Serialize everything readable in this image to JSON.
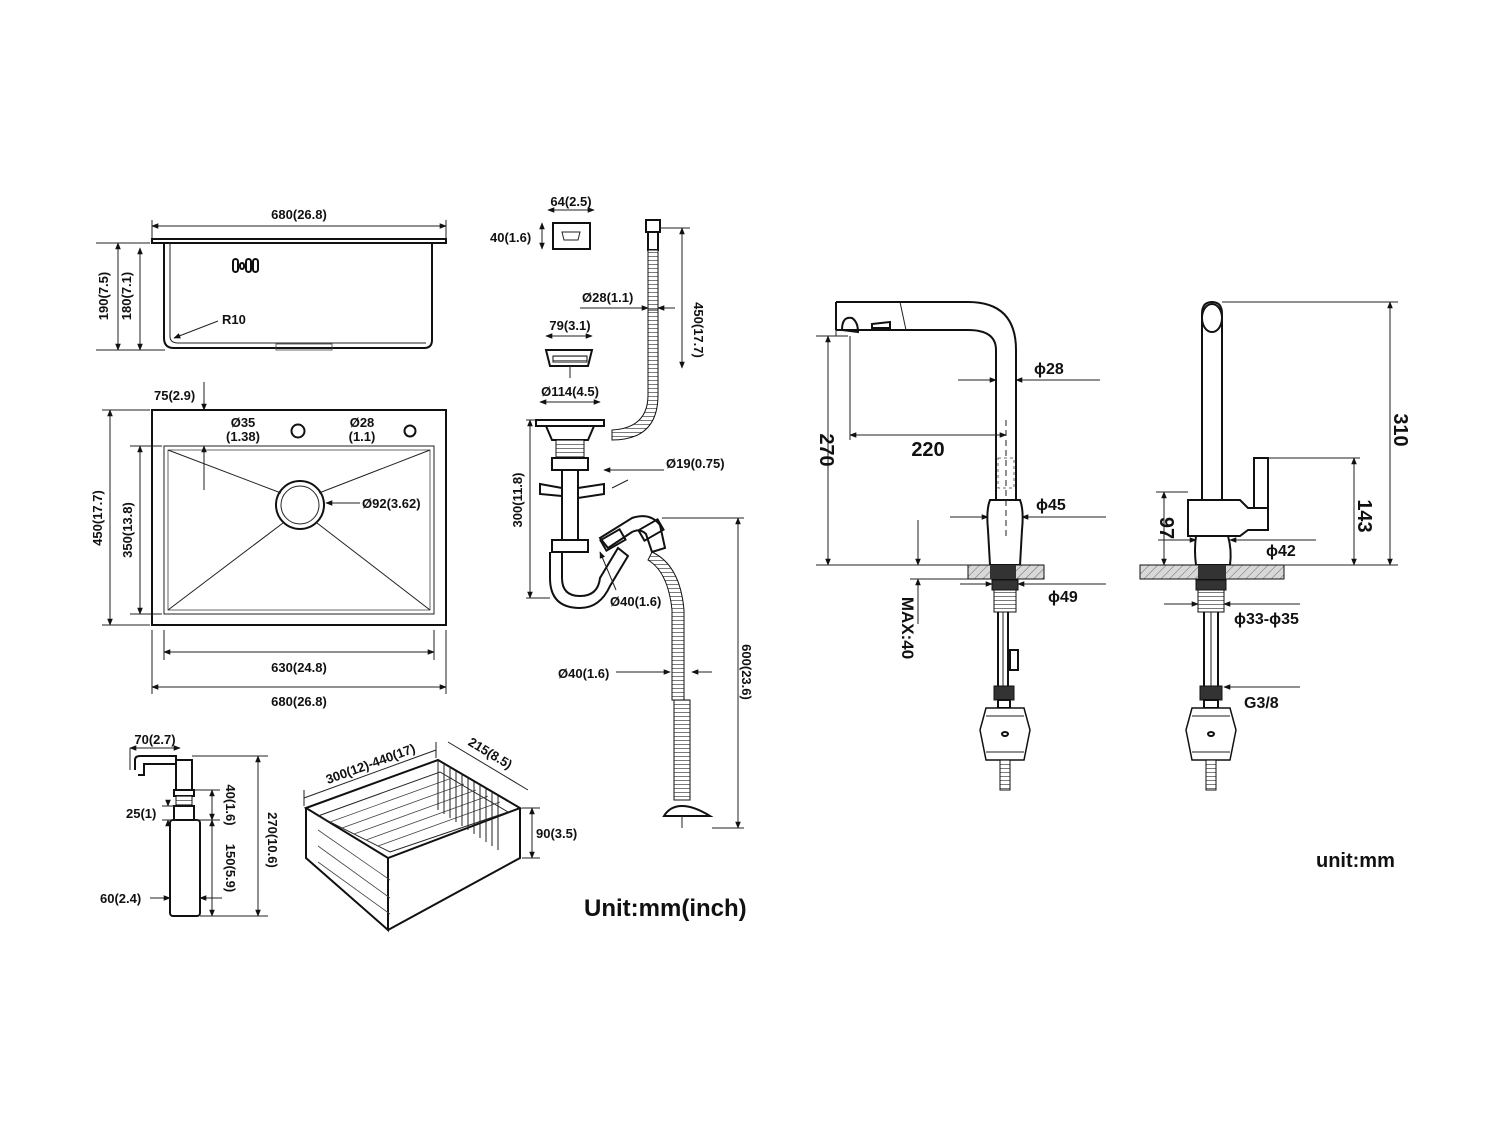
{
  "sink_side": {
    "width": "680(26.8)",
    "height_outer": "190(7.5)",
    "height_inner": "180(7.1)",
    "radius": "R10"
  },
  "sink_top": {
    "offset": "75(2.9)",
    "hole1": "Ø35",
    "hole1_in": "(1.38)",
    "hole2": "Ø28",
    "hole2_in": "(1.1)",
    "drain": "Ø92(3.62)",
    "depth_outer": "450(17.7)",
    "depth_inner": "350(13.8)",
    "width_inner": "630(24.8)",
    "width_outer": "680(26.8)"
  },
  "soap": {
    "spout": "70(2.7)",
    "neck": "25(1)",
    "diameter": "60(2.4)",
    "cap": "40(1.6)",
    "bottle": "150(5.9)",
    "total": "270(10.6)"
  },
  "basket": {
    "length": "300(12)-440(17)",
    "width": "215(8.5)",
    "height": "90(3.5)"
  },
  "drain": {
    "overflow_w": "64(2.5)",
    "overflow_h": "40(1.6)",
    "hose_d": "Ø28(1.1)",
    "hose_len": "450(17.7)",
    "strainer": "79(3.1)",
    "flange": "Ø114(4.5)",
    "side_inlet": "Ø19(0.75)",
    "trap_height": "300(11.8)",
    "pipe_d": "Ø40(1.6)",
    "outlet_d": "Ø40(1.6)",
    "outlet_len": "600(23.6)"
  },
  "faucet": {
    "spout_d": "ϕ28",
    "reach": "220",
    "height": "270",
    "body_d": "ϕ45",
    "base_d": "ϕ49",
    "deck_max": "MAX:40",
    "total_h": "310",
    "handle_h": "143",
    "lever_h": "97",
    "lower_d": "ϕ42",
    "shank_d": "ϕ33-ϕ35",
    "thread": "G3/8"
  },
  "units": {
    "left": "Unit:mm(inch)",
    "right": "unit:mm"
  }
}
